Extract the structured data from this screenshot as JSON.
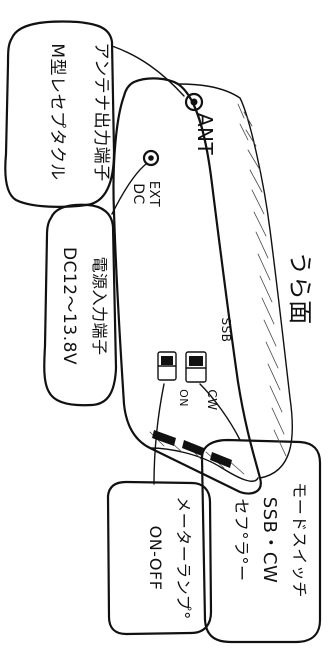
{
  "callouts": {
    "antenna": {
      "line1": "アンテナ出力端子",
      "line2": "M型レセプタクル"
    },
    "power": {
      "line1": "電源入力端子",
      "line2": "DC12〜13.8V"
    },
    "meter": {
      "line1": "メーターランプ°",
      "line2": "ON-OFF"
    },
    "mode": {
      "line1": "モードスイッチ",
      "line2": "SSB・CW",
      "line3": "セフ°ラ°ー"
    }
  },
  "panel": {
    "title": "うら面",
    "ant_label": "ANT",
    "ext_label": "EXT",
    "dc_label": "DC",
    "ssb_label": "SSB",
    "cw_label": "CW",
    "on_label": "ON"
  },
  "colors": {
    "ink": "#111111",
    "paper": "#ffffff"
  }
}
